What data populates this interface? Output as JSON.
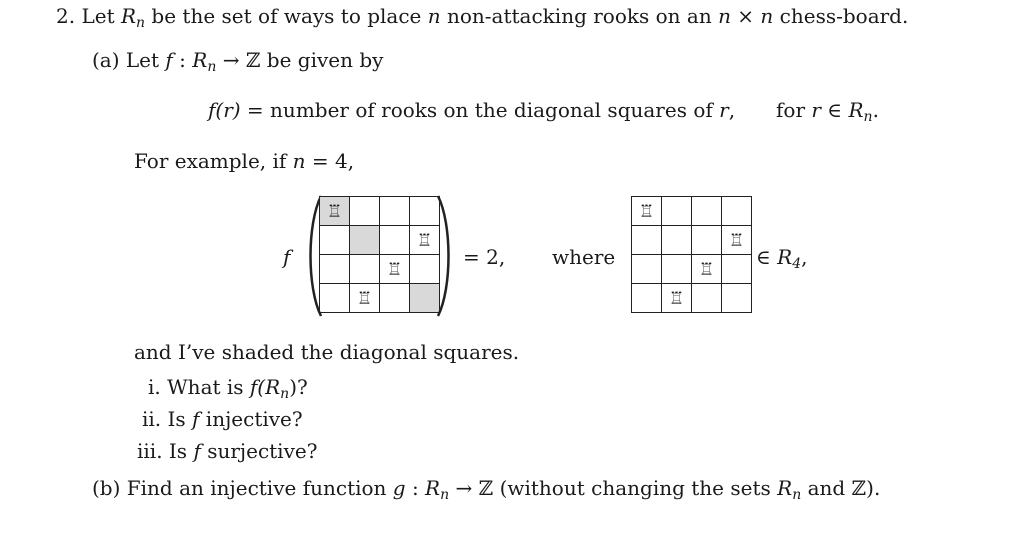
{
  "problem": {
    "number": "2.",
    "intro_text_1": "Let ",
    "intro_R": "R",
    "intro_sub": "n",
    "intro_text_2": " be the set of ways to place ",
    "intro_n": "n",
    "intro_text_3": " non-attacking rooks on an ",
    "intro_nxn": "n × n",
    "intro_text_4": " chess-board."
  },
  "part_a": {
    "label": "(a)",
    "text_1": "Let ",
    "f": "f",
    "colon": " : ",
    "R": "R",
    "sub": "n",
    "arrow": " → ℤ be given by",
    "definition_lhs": "f",
    "definition_arg": "(r)",
    "definition_eq": " = number of rooks on the diagonal squares of ",
    "definition_r": "r",
    "definition_comma": ",",
    "for_text": "for ",
    "for_r": "r",
    "for_in": " ∈ ",
    "for_R": "R",
    "for_sub": "n",
    "for_end": ".",
    "example_text": "For example, if ",
    "example_n": "n",
    "example_eq": " = 4,",
    "f_label": "f",
    "equals_value": "= 2,",
    "where_label": "where",
    "in_label": "∈ ",
    "in_R": "R",
    "in_sub": "4",
    "in_end": ",",
    "shaded_text": "and I’ve shaded the diagonal squares.",
    "questions": [
      {
        "num": "i.",
        "text_pre": "What is ",
        "math": "f(R",
        "sub": "n",
        "text_post": ")?"
      },
      {
        "num": "ii.",
        "text_pre": "Is ",
        "math": "f",
        "sub": "",
        "text_post": " injective?"
      },
      {
        "num": "iii.",
        "text_pre": "Is ",
        "math": "f",
        "sub": "",
        "text_post": " surjective?"
      }
    ]
  },
  "part_b": {
    "label": "(b)",
    "text_1": "Find an injective function ",
    "g": "g",
    "colon": " : ",
    "R": "R",
    "sub": "n",
    "arrow": " → ℤ (without changing the sets ",
    "R2": "R",
    "sub2": "n",
    "end": " and ℤ)."
  },
  "board_left": {
    "rook_glyph": "♖",
    "rows": [
      [
        "rook-shade",
        "",
        "",
        ""
      ],
      [
        "",
        "shade",
        "",
        "rook"
      ],
      [
        "",
        "",
        "rook",
        ""
      ],
      [
        "",
        "rook",
        "",
        "shade"
      ]
    ]
  },
  "board_right": {
    "rook_glyph": "♖",
    "rows": [
      [
        "rook",
        "",
        "",
        ""
      ],
      [
        "",
        "",
        "",
        "rook"
      ],
      [
        "",
        "",
        "rook",
        ""
      ],
      [
        "",
        "rook",
        "",
        ""
      ]
    ]
  }
}
